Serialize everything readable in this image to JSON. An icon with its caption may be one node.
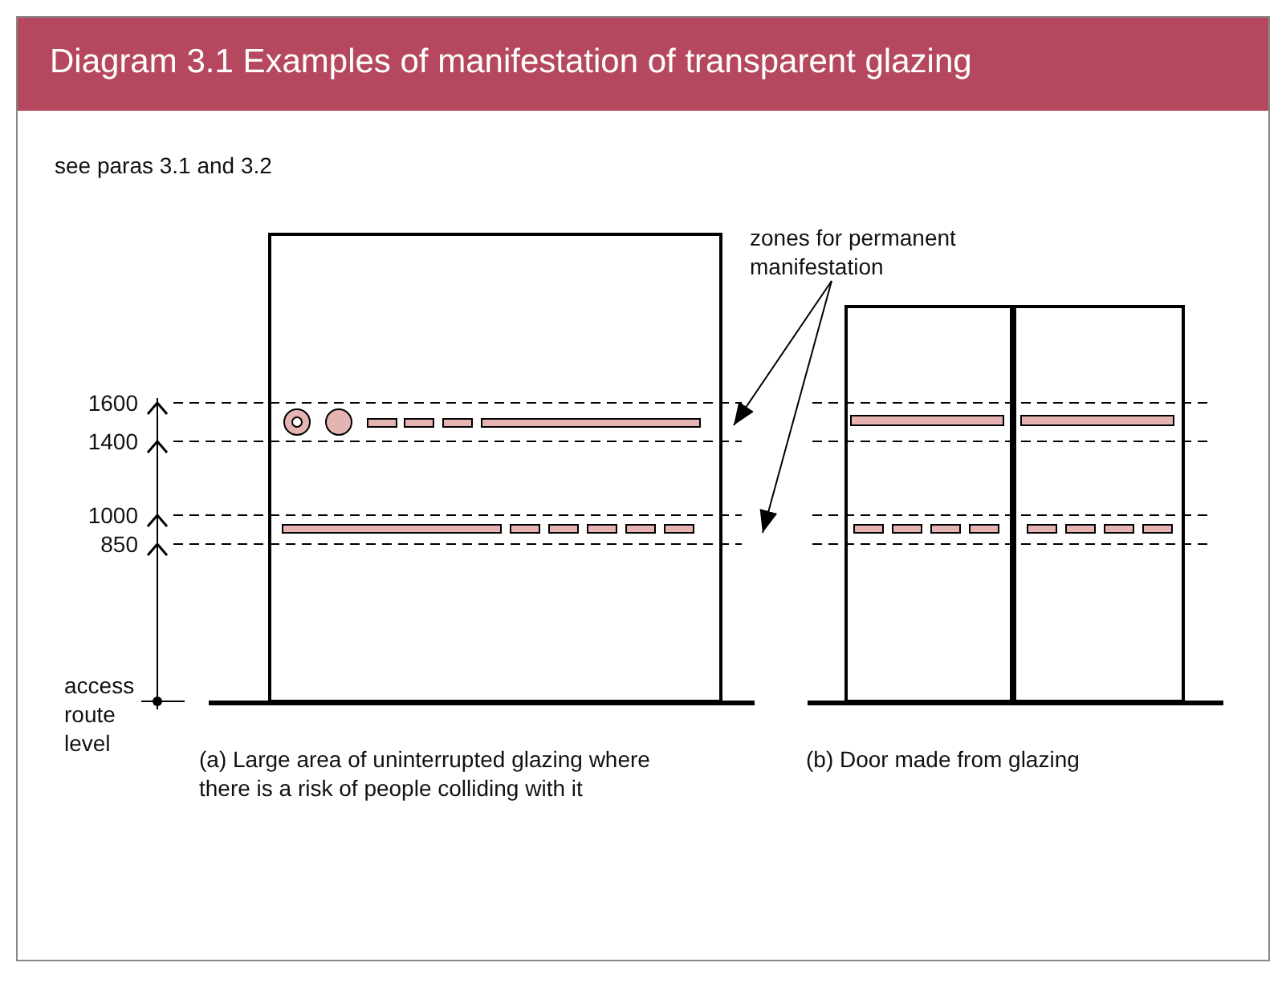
{
  "diagram": {
    "title": "Diagram 3.1 Examples of manifestation of transparent glazing",
    "nodes": [
      {
        "text": [
          "zones for permanent manifestation"
        ]
      },
      {
        "text": [],
        "shape": "band"
      },
      {
        "text": [],
        "shape": "band"
      }
    ],
    "edges": [
      {
        "from": 0,
        "to": 1,
        "arrow": "to"
      },
      {
        "from": 0,
        "to": 2,
        "arrow": "to"
      }
    ],
    "labels": [
      "see paras 3.1 and 3.2",
      "1600",
      "1400",
      "1000",
      "850",
      "access route level",
      "(a) Large area of uninterrupted glazing where there is a risk of people colliding with it",
      "(b) Door made from glazing"
    ]
  }
}
